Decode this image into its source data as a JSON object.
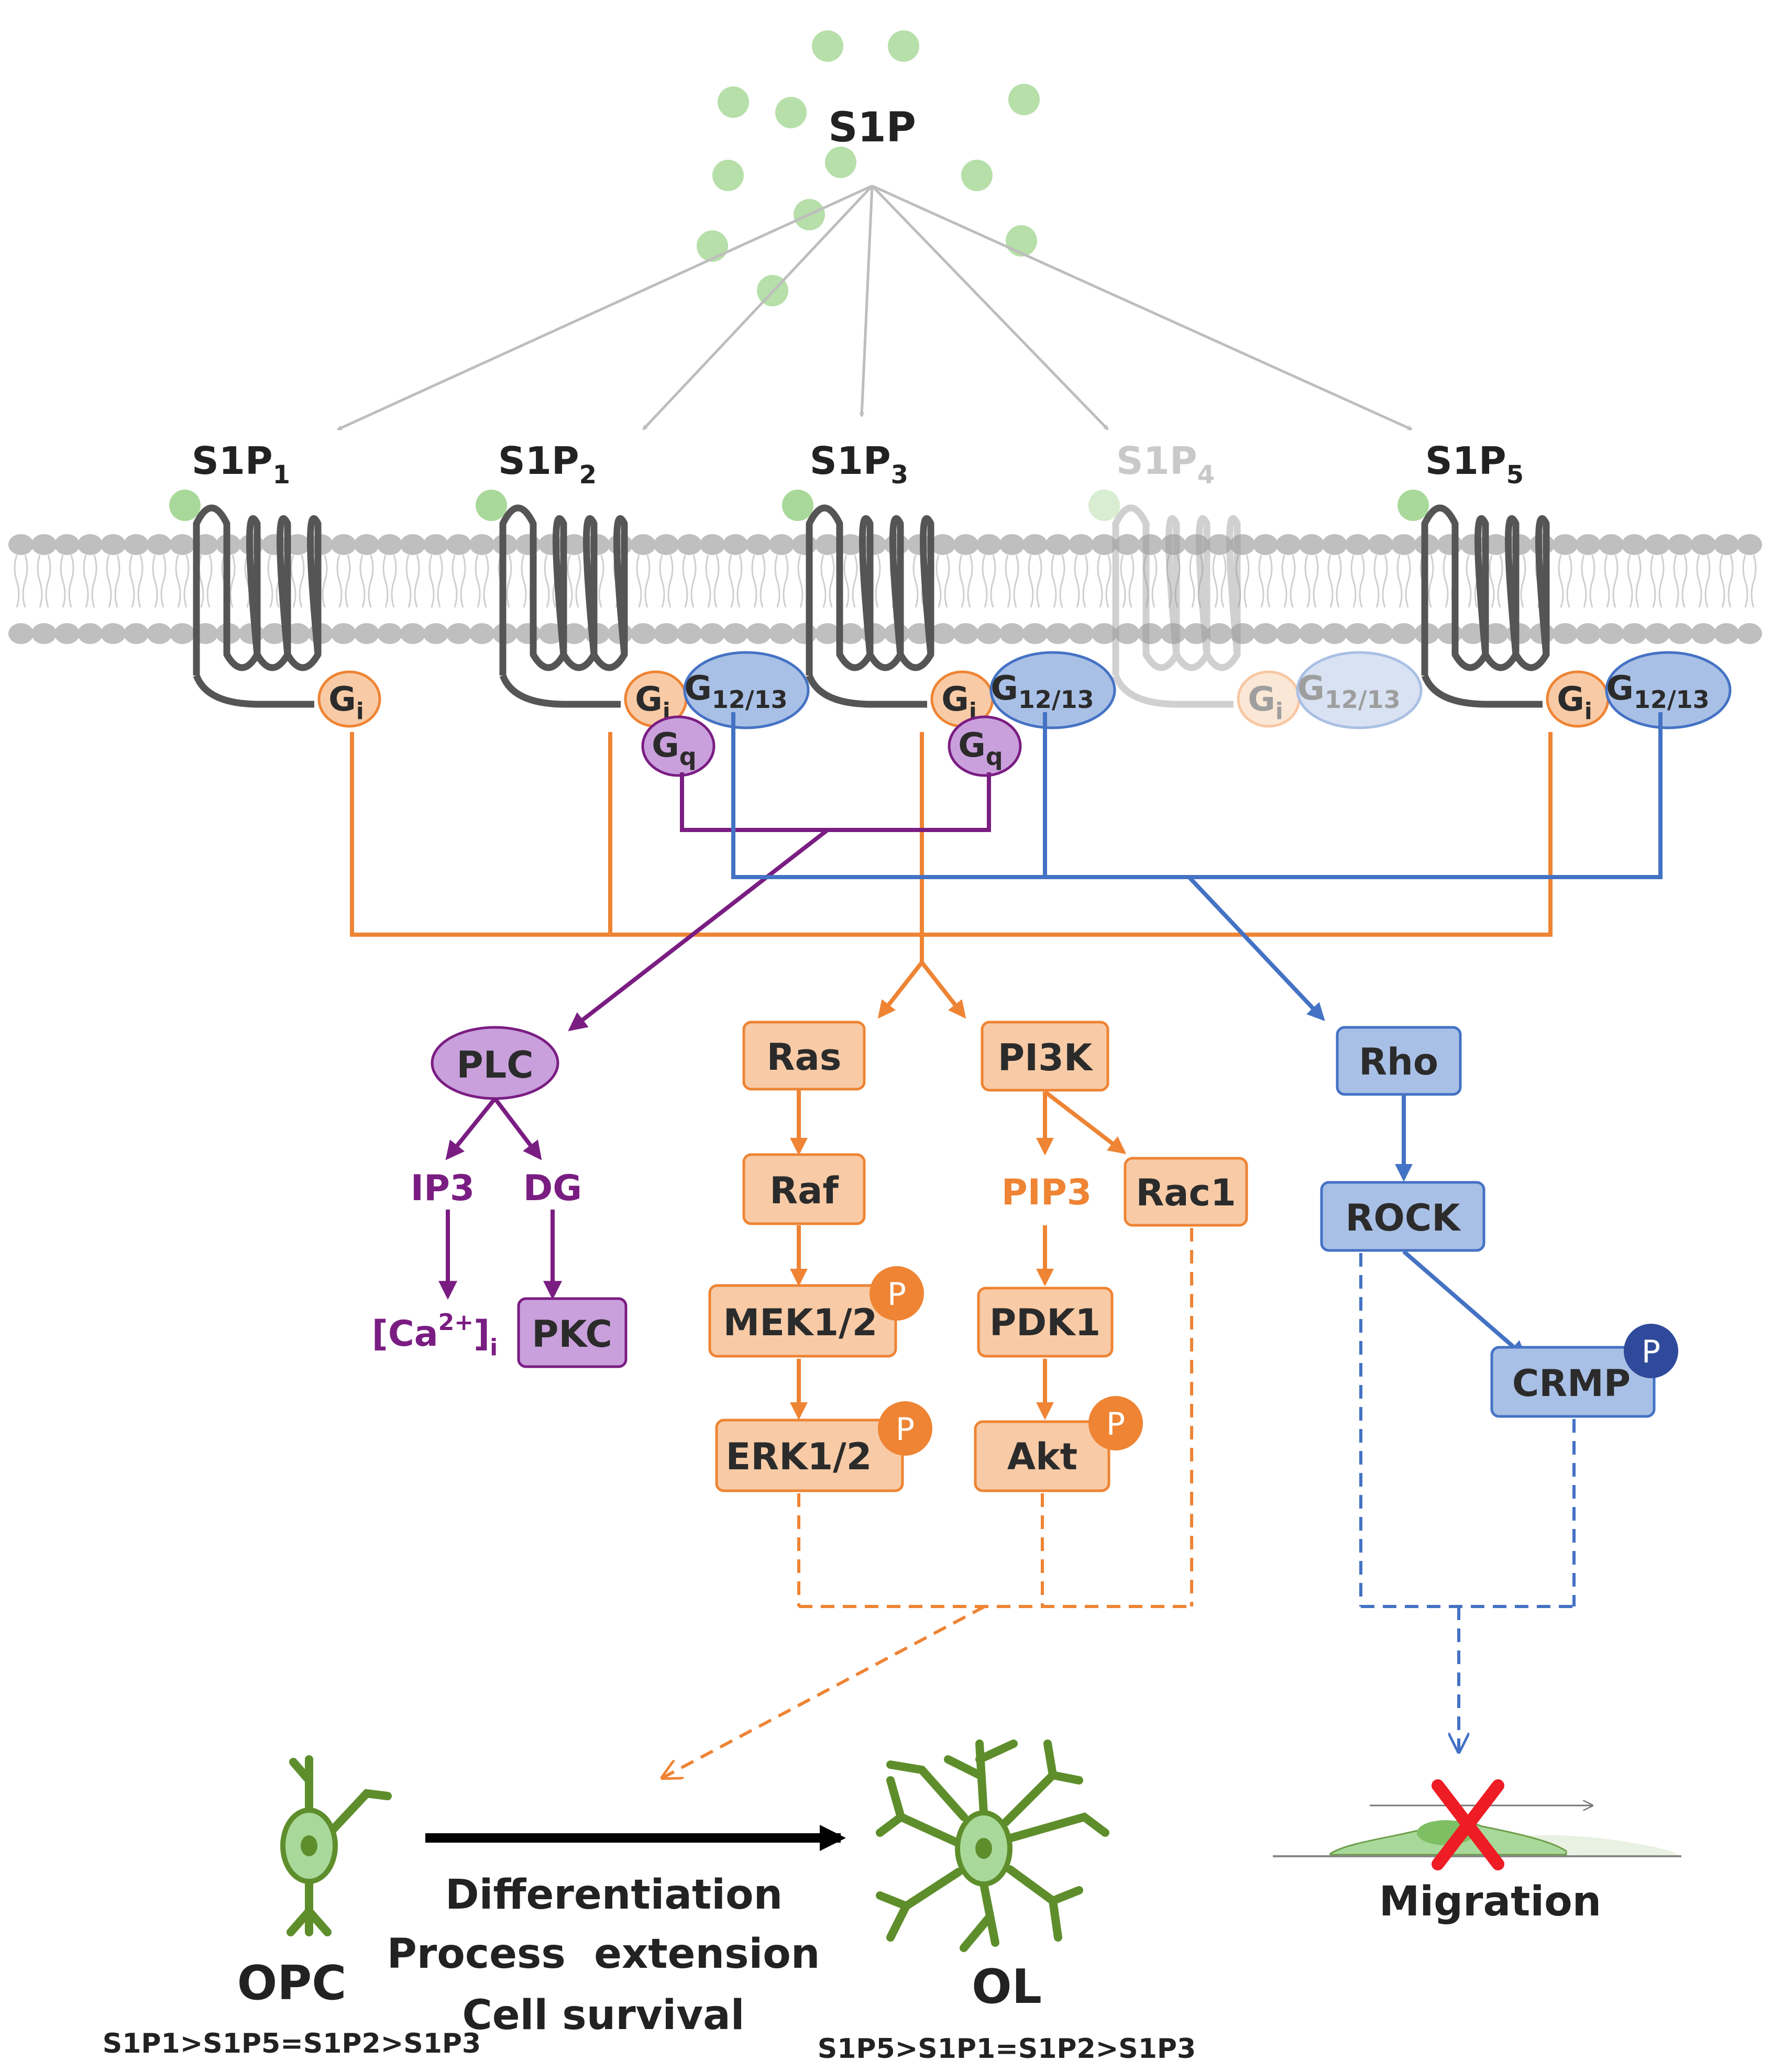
{
  "ligand": {
    "label": "S1P"
  },
  "receptors": [
    {
      "name": "S1P",
      "sub": "1",
      "proteins": [
        "Gi"
      ]
    },
    {
      "name": "S1P",
      "sub": "2",
      "proteins": [
        "Gi",
        "G12/13",
        "Gq"
      ]
    },
    {
      "name": "S1P",
      "sub": "3",
      "proteins": [
        "Gi",
        "G12/13",
        "Gq"
      ]
    },
    {
      "name": "S1P",
      "sub": "4",
      "proteins": [
        "Gi",
        "G12/13"
      ]
    },
    {
      "name": "S1P",
      "sub": "5",
      "proteins": [
        "Gi",
        "G12/13"
      ]
    }
  ],
  "gproteins": {
    "gi": {
      "base": "G",
      "sub": "i"
    },
    "g1213": {
      "base": "G",
      "sub": "12/13"
    },
    "gq": {
      "base": "G",
      "sub": "q"
    }
  },
  "plc_pathway": {
    "plc": "PLC",
    "ip3": "IP3",
    "dg": "DG",
    "pkc": "PKC",
    "ca": {
      "open": "[Ca",
      "sup": "2+",
      "close": "]",
      "sub": "i"
    }
  },
  "ras_pathway": {
    "ras": "Ras",
    "raf": "Raf",
    "mek": "MEK1/2",
    "erk": "ERK1/2"
  },
  "pi3k_pathway": {
    "pi3k": "PI3K",
    "pip3": "PIP3",
    "pdk1": "PDK1",
    "akt": "Akt",
    "rac1": "Rac1"
  },
  "rho_pathway": {
    "rho": "Rho",
    "rock": "ROCK",
    "crmp": "CRMP"
  },
  "phospho_label": "P",
  "outcomes": {
    "opc": "OPC",
    "opc_expression": "S1P1>S1P5=S1P2>S1P3",
    "ol": "OL",
    "ol_expression": "S1P5>S1P1=S1P2>S1P3",
    "effects": [
      "Differentiation",
      "Process  extension",
      "Cell survival"
    ],
    "migration": "Migration"
  },
  "colors": {
    "orange": "#ee8434",
    "orange_fill": "#f8cba6",
    "purple": "#7a1d82",
    "purple_fill": "#c9a0dc",
    "blue": "#4472c4",
    "blue_fill": "#a9c0e6",
    "dark_blue": "#2f4a9a",
    "green": "#a9d99a",
    "cell_green": "#5e8e2c",
    "receptor": "#555555",
    "membrane": "#b8b8b8",
    "red_cross": "#ee1c24"
  }
}
